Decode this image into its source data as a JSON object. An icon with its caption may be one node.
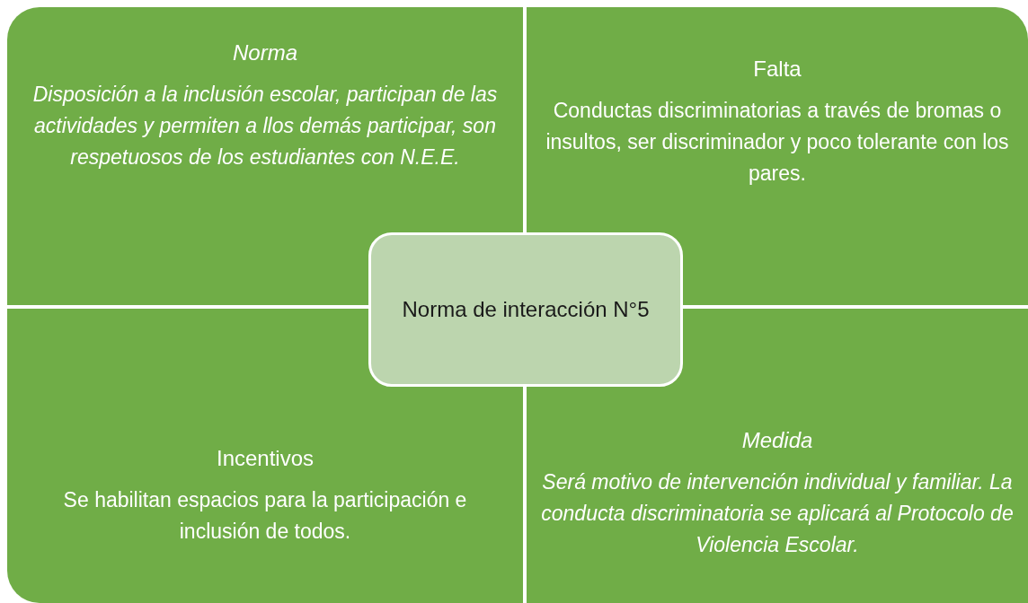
{
  "diagram": {
    "nodes": [
      {
        "text": [
          "Norma",
          "Disposición a la inclusión escolar, participan de las actividades y permiten a llos demás participar, son respetuosos de los estudiantes con N.E.E."
        ]
      },
      {
        "text": [
          "Falta",
          "Conductas discriminatorias a través de bromas o insultos, ser discriminador y poco tolerante con los pares."
        ]
      },
      {
        "text": [
          "Incentivos",
          "Se habilitan espacios para la participación e inclusión de todos."
        ]
      },
      {
        "text": [
          "Medida",
          "Será motivo de intervención individual y familiar. La conducta discriminatoria se aplicará al Protocolo de Violencia Escolar."
        ]
      },
      {
        "text": [
          "Norma de interacción N°5"
        ]
      }
    ]
  }
}
